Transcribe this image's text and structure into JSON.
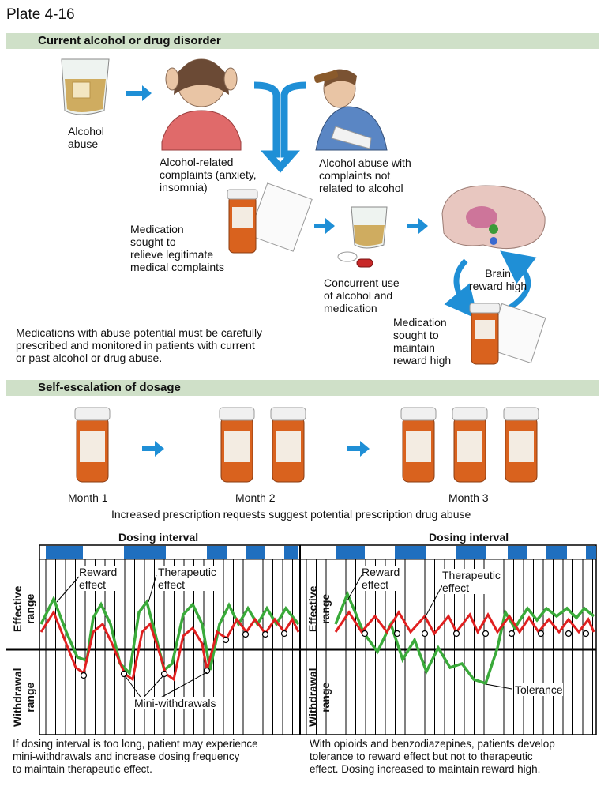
{
  "plate": "Plate 4-16",
  "section1": {
    "title": "Current alcohol or drug disorder",
    "alcohol_abuse": "Alcohol\nabuse",
    "alcohol_related": "Alcohol-related\ncomplaints (anxiety,\ninsomnia)",
    "alcohol_abuse_unrelated": "Alcohol abuse with\ncomplaints not\nrelated to alcohol",
    "medication_sought": "Medication\nsought to\nrelieve legitimate\nmedical complaints",
    "concurrent_use": "Concurrent use\nof alcohol and\nmedication",
    "brain_reward": "Brain\nreward high",
    "medication_reward": "Medication\nsought to\nmaintain\nreward high",
    "note": "Medications with abuse potential must be carefully\nprescribed and monitored in patients with current\nor past alcohol or drug abuse."
  },
  "section2": {
    "title": "Self-escalation of dosage",
    "month1": "Month 1",
    "month2": "Month 2",
    "month3": "Month 3",
    "caption": "Increased prescription requests suggest potential prescription drug abuse"
  },
  "graphs": {
    "left": {
      "title": "Dosing interval",
      "reward": "Reward\neffect",
      "therapeutic": "Therapeutic\neffect",
      "mini": "Mini-withdrawals",
      "effective": "Effective\nrange",
      "withdrawal": "Withdrawal\nrange",
      "note": "If dosing interval is too long, patient may experience\nmini-withdrawals and increase dosing frequency\nto maintain therapeutic effect."
    },
    "right": {
      "title": "Dosing interval",
      "reward": "Reward\neffect",
      "therapeutic": "Therapeutic\neffect",
      "tolerance": "Tolerance",
      "effective": "Effective\nrange",
      "withdrawal": "Withdrawal\nrange",
      "note": "With opioids and benzodiazepines, patients develop\ntolerance to reward effect but not to therapeutic\neffect. Dosing increased to maintain reward high."
    }
  },
  "colors": {
    "band": "#cfe0c8",
    "arrow": "#1f8fd6",
    "dose": "#1f6fbf",
    "reward": "#3aaa3a",
    "therapeutic": "#e02020",
    "bottle": "#d9621e"
  }
}
